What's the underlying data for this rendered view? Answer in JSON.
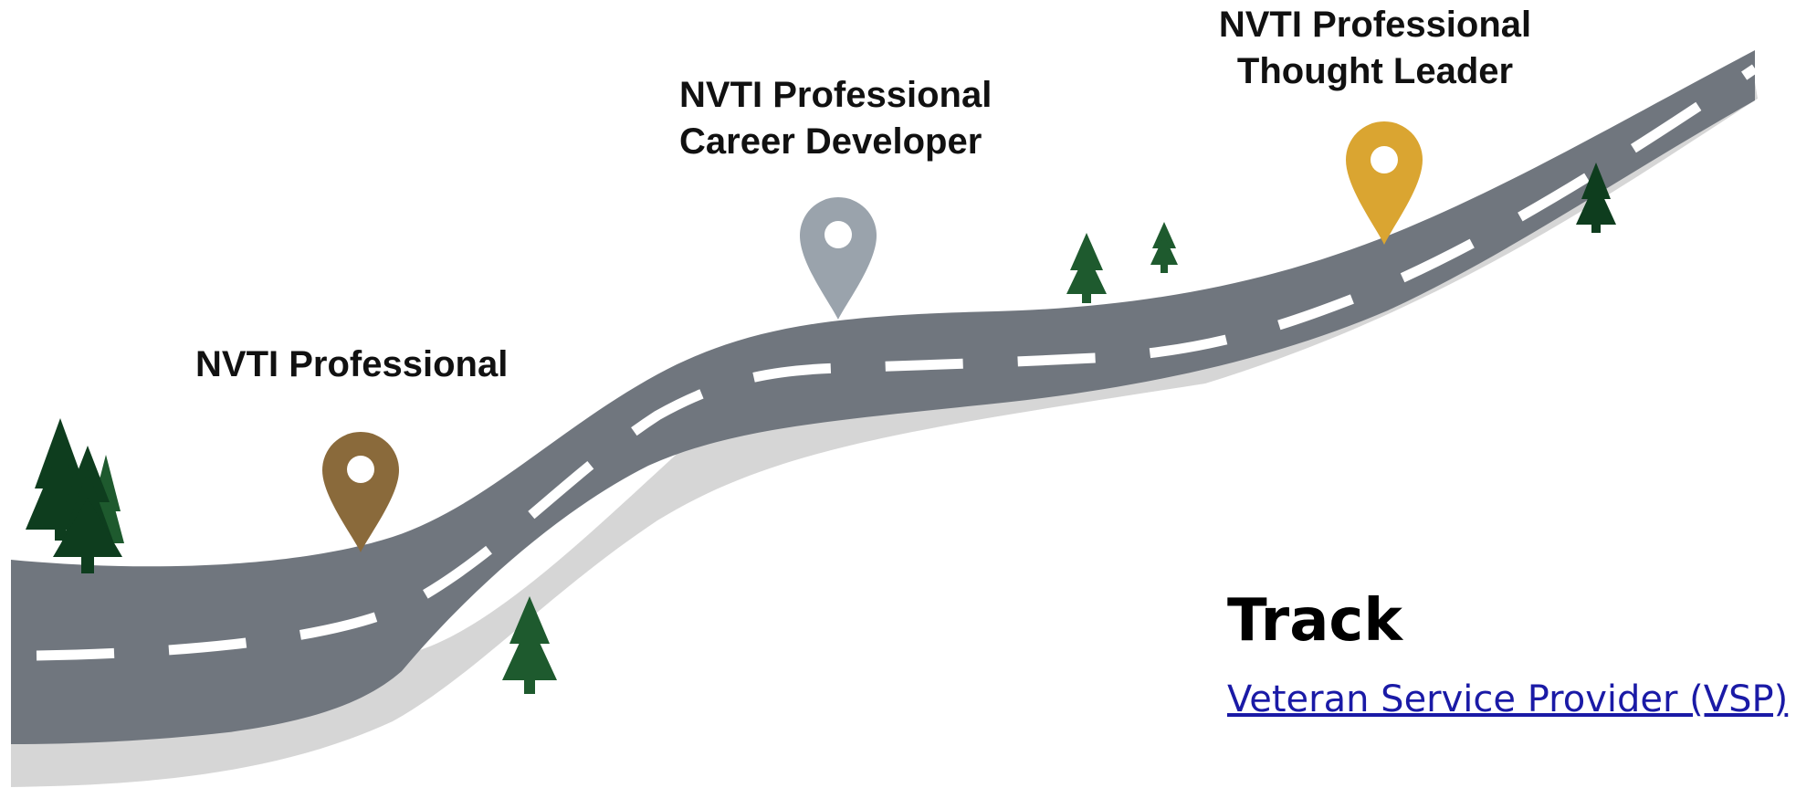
{
  "stages": [
    {
      "line1": "NVTI Professional",
      "line2": "",
      "pin_color": "#8a6a3b"
    },
    {
      "line1": "NVTI Professional",
      "line2": "Career Developer",
      "pin_color": "#9aa3ac"
    },
    {
      "line1": "NVTI Professional",
      "line2": "Thought Leader",
      "pin_color": "#daa531"
    }
  ],
  "track": {
    "heading": "Track",
    "link_text": "Veteran Service Provider (VSP)"
  },
  "colors": {
    "road": "#70767e",
    "road_shadow": "#d6d6d6",
    "lane_marking": "#ffffff",
    "tree_dark": "#0e3d1e",
    "tree_light": "#1e5a2e"
  },
  "icons": {
    "pin": "map-pin-icon",
    "tree": "pine-tree-icon"
  }
}
